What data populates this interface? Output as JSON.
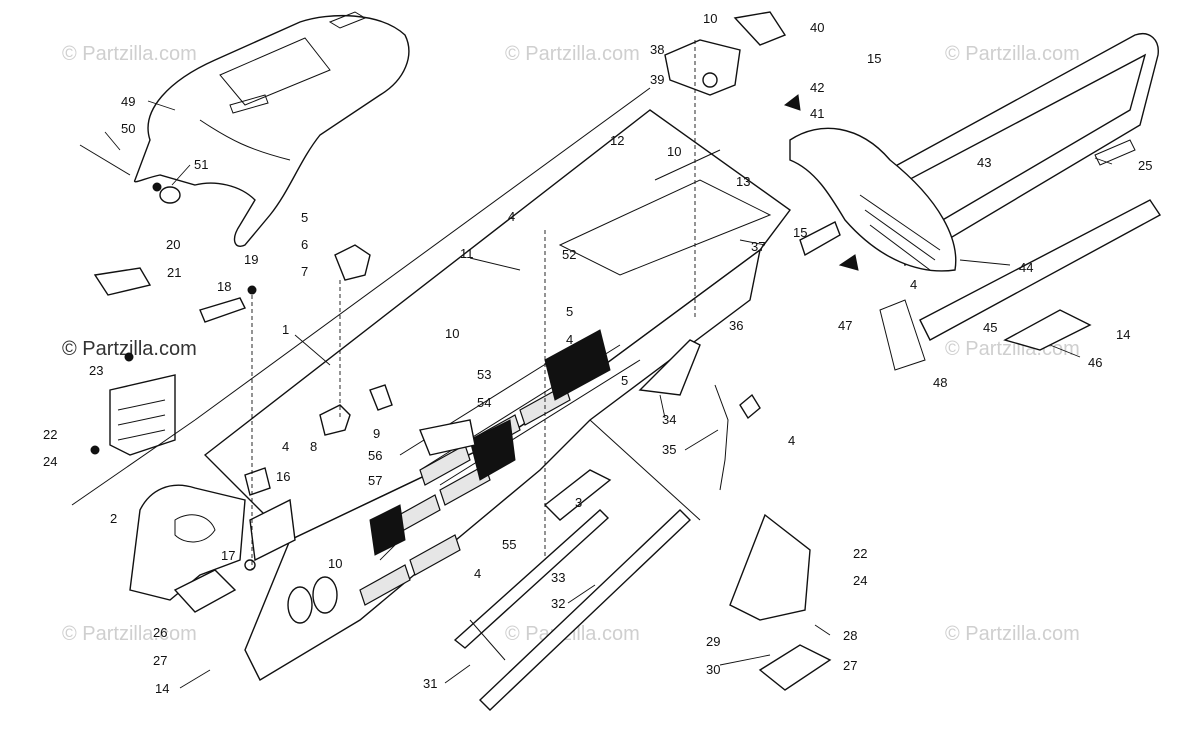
{
  "diagram": {
    "watermark": "© Partzilla.com",
    "callouts": [
      {
        "id": "c1",
        "text": "1"
      },
      {
        "id": "c2",
        "text": "2"
      },
      {
        "id": "c3",
        "text": "3"
      },
      {
        "id": "c4a",
        "text": "4"
      },
      {
        "id": "c4b",
        "text": "4"
      },
      {
        "id": "c4c",
        "text": "4"
      },
      {
        "id": "c4d",
        "text": "4"
      },
      {
        "id": "c4e",
        "text": "4"
      },
      {
        "id": "c4f",
        "text": "4"
      },
      {
        "id": "c5a",
        "text": "5"
      },
      {
        "id": "c5b",
        "text": "5"
      },
      {
        "id": "c5c",
        "text": "5"
      },
      {
        "id": "c6",
        "text": "6"
      },
      {
        "id": "c7",
        "text": "7"
      },
      {
        "id": "c8",
        "text": "8"
      },
      {
        "id": "c9",
        "text": "9"
      },
      {
        "id": "c10a",
        "text": "10"
      },
      {
        "id": "c10b",
        "text": "10"
      },
      {
        "id": "c10c",
        "text": "10"
      },
      {
        "id": "c10d",
        "text": "10"
      },
      {
        "id": "c11",
        "text": "11"
      },
      {
        "id": "c12",
        "text": "12"
      },
      {
        "id": "c13",
        "text": "13"
      },
      {
        "id": "c14a",
        "text": "14"
      },
      {
        "id": "c14b",
        "text": "14"
      },
      {
        "id": "c15a",
        "text": "15"
      },
      {
        "id": "c15b",
        "text": "15"
      },
      {
        "id": "c16",
        "text": "16"
      },
      {
        "id": "c17",
        "text": "17"
      },
      {
        "id": "c18",
        "text": "18"
      },
      {
        "id": "c19",
        "text": "19"
      },
      {
        "id": "c20",
        "text": "20"
      },
      {
        "id": "c21",
        "text": "21"
      },
      {
        "id": "c22a",
        "text": "22"
      },
      {
        "id": "c22b",
        "text": "22"
      },
      {
        "id": "c23",
        "text": "23"
      },
      {
        "id": "c24a",
        "text": "24"
      },
      {
        "id": "c24b",
        "text": "24"
      },
      {
        "id": "c25",
        "text": "25"
      },
      {
        "id": "c26",
        "text": "26"
      },
      {
        "id": "c27a",
        "text": "27"
      },
      {
        "id": "c27b",
        "text": "27"
      },
      {
        "id": "c28",
        "text": "28"
      },
      {
        "id": "c29",
        "text": "29"
      },
      {
        "id": "c30",
        "text": "30"
      },
      {
        "id": "c31",
        "text": "31"
      },
      {
        "id": "c32",
        "text": "32"
      },
      {
        "id": "c33",
        "text": "33"
      },
      {
        "id": "c34",
        "text": "34"
      },
      {
        "id": "c35",
        "text": "35"
      },
      {
        "id": "c36",
        "text": "36"
      },
      {
        "id": "c37",
        "text": "37"
      },
      {
        "id": "c38",
        "text": "38"
      },
      {
        "id": "c39",
        "text": "39"
      },
      {
        "id": "c40",
        "text": "40"
      },
      {
        "id": "c41",
        "text": "41"
      },
      {
        "id": "c42",
        "text": "42"
      },
      {
        "id": "c43",
        "text": "43"
      },
      {
        "id": "c44",
        "text": "44"
      },
      {
        "id": "c45",
        "text": "45"
      },
      {
        "id": "c46",
        "text": "46"
      },
      {
        "id": "c47",
        "text": "47"
      },
      {
        "id": "c48",
        "text": "48"
      },
      {
        "id": "c49",
        "text": "49"
      },
      {
        "id": "c50",
        "text": "50"
      },
      {
        "id": "c51",
        "text": "51"
      },
      {
        "id": "c52",
        "text": "52"
      },
      {
        "id": "c53",
        "text": "53"
      },
      {
        "id": "c54",
        "text": "54"
      },
      {
        "id": "c55",
        "text": "55"
      },
      {
        "id": "c56",
        "text": "56"
      },
      {
        "id": "c57",
        "text": "57"
      }
    ]
  }
}
